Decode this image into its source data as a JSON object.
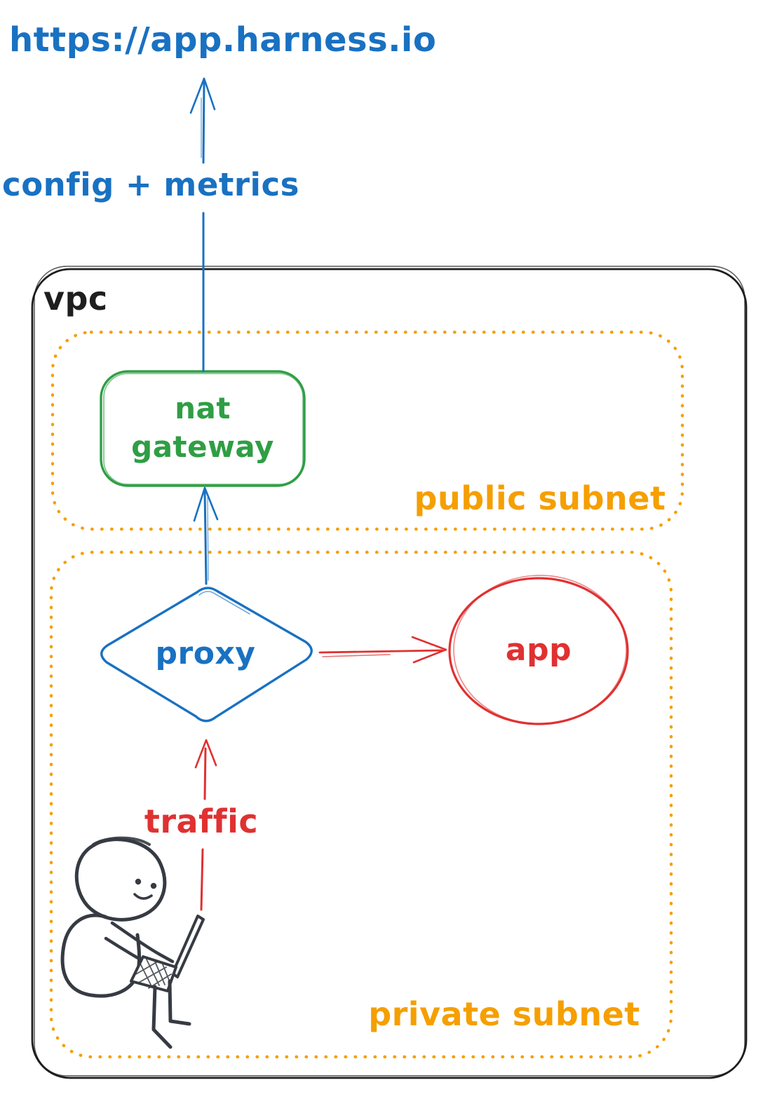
{
  "labels": {
    "url": "https://app.harness.io",
    "config_metrics": "config + metrics",
    "vpc": "vpc",
    "nat_gateway": "nat gateway",
    "public_subnet": "public subnet",
    "proxy": "proxy",
    "app": "app",
    "traffic": "traffic",
    "private_subnet": "private subnet"
  },
  "colors": {
    "blue": "#1971c2",
    "green": "#2f9e44",
    "orange": "#f59f00",
    "red": "#e03131",
    "ink": "#1e1e1e",
    "person_ink": "#363b43",
    "background": "#ffffff"
  },
  "structure": {
    "containers": [
      {
        "id": "vpc",
        "label": "vpc",
        "style": "solid-black-rounded-rect"
      },
      {
        "id": "public-subnet",
        "label": "public subnet",
        "style": "dotted-orange-rounded-rect",
        "inside": "vpc"
      },
      {
        "id": "private-subnet",
        "label": "private subnet",
        "style": "dotted-orange-rounded-rect",
        "inside": "vpc"
      }
    ],
    "nodes": [
      {
        "id": "external-endpoint",
        "label": "https://app.harness.io",
        "shape": "text",
        "color": "blue"
      },
      {
        "id": "nat-gateway",
        "label": "nat gateway",
        "shape": "rounded-rectangle",
        "color": "green",
        "inside": "public-subnet"
      },
      {
        "id": "proxy",
        "label": "proxy",
        "shape": "diamond",
        "color": "blue",
        "inside": "private-subnet"
      },
      {
        "id": "app",
        "label": "app",
        "shape": "ellipse",
        "color": "red",
        "inside": "private-subnet"
      },
      {
        "id": "user",
        "label": "",
        "shape": "person-with-laptop-doodle",
        "color": "ink",
        "inside": "private-subnet"
      }
    ],
    "arrows": [
      {
        "from": "nat-gateway",
        "to": "external-endpoint",
        "label": "config + metrics",
        "color": "blue",
        "direction": "up"
      },
      {
        "from": "proxy",
        "to": "nat-gateway",
        "label": "",
        "color": "blue",
        "direction": "up"
      },
      {
        "from": "proxy",
        "to": "app",
        "label": "",
        "color": "red",
        "direction": "right"
      },
      {
        "from": "user",
        "to": "proxy",
        "label": "traffic",
        "color": "red",
        "direction": "up"
      }
    ]
  },
  "illustrations": [
    {
      "name": "person-with-laptop",
      "description": "sketched figure sitting with laptop on lap",
      "color": "ink"
    }
  ]
}
